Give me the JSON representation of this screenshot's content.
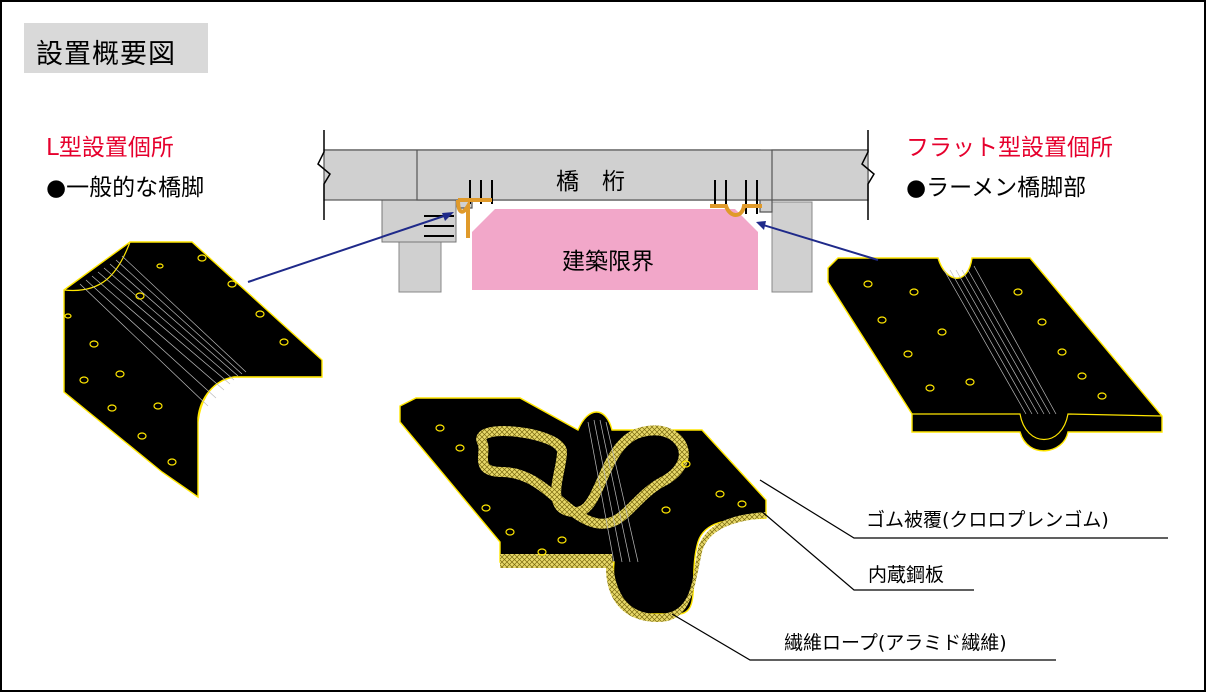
{
  "title": "設置概要図",
  "left_install": {
    "heading": "L型設置個所",
    "caption": "●一般的な橋脚"
  },
  "right_install": {
    "heading": "フラット型設置個所",
    "caption": "●ラーメン橋脚部"
  },
  "bridge": {
    "girder_label": "橋　桁",
    "clearance_label": "建築限界"
  },
  "callouts": {
    "rubber_coating": "ゴム被覆(クロロプレンゴム)",
    "steel_plate": "内蔵鋼板",
    "fiber_rope": "繊維ロープ(アラミド繊維)"
  },
  "colors": {
    "heading_red": "#e6002d",
    "title_bg": "#d9d9d9",
    "concrete": "#d0d0d0",
    "clearance_pink": "#f2a7c9",
    "part_black": "#000000",
    "part_edge_yellow": "#ffe600",
    "leader_navy": "#1f2a8a",
    "bracket_orange": "#e09a2a"
  }
}
